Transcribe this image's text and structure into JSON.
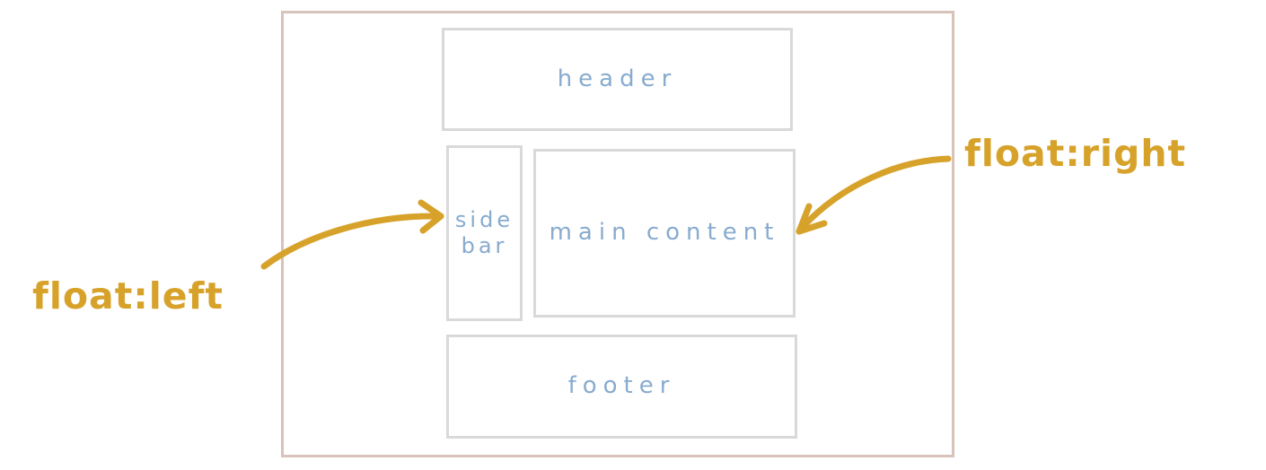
{
  "diagram": {
    "boxes": {
      "header": {
        "label": "header"
      },
      "sidebar": {
        "label_line1": "side",
        "label_line2": "bar"
      },
      "main": {
        "label": "main content"
      },
      "footer": {
        "label": "footer"
      }
    },
    "annotations": {
      "float_left": {
        "label": "float:left"
      },
      "float_right": {
        "label": "float:right"
      }
    }
  },
  "colors": {
    "outer_border": "#d7c3b9",
    "box_border": "#d9d9d9",
    "label_text": "#88abce",
    "annotation": "#d7a22a"
  }
}
